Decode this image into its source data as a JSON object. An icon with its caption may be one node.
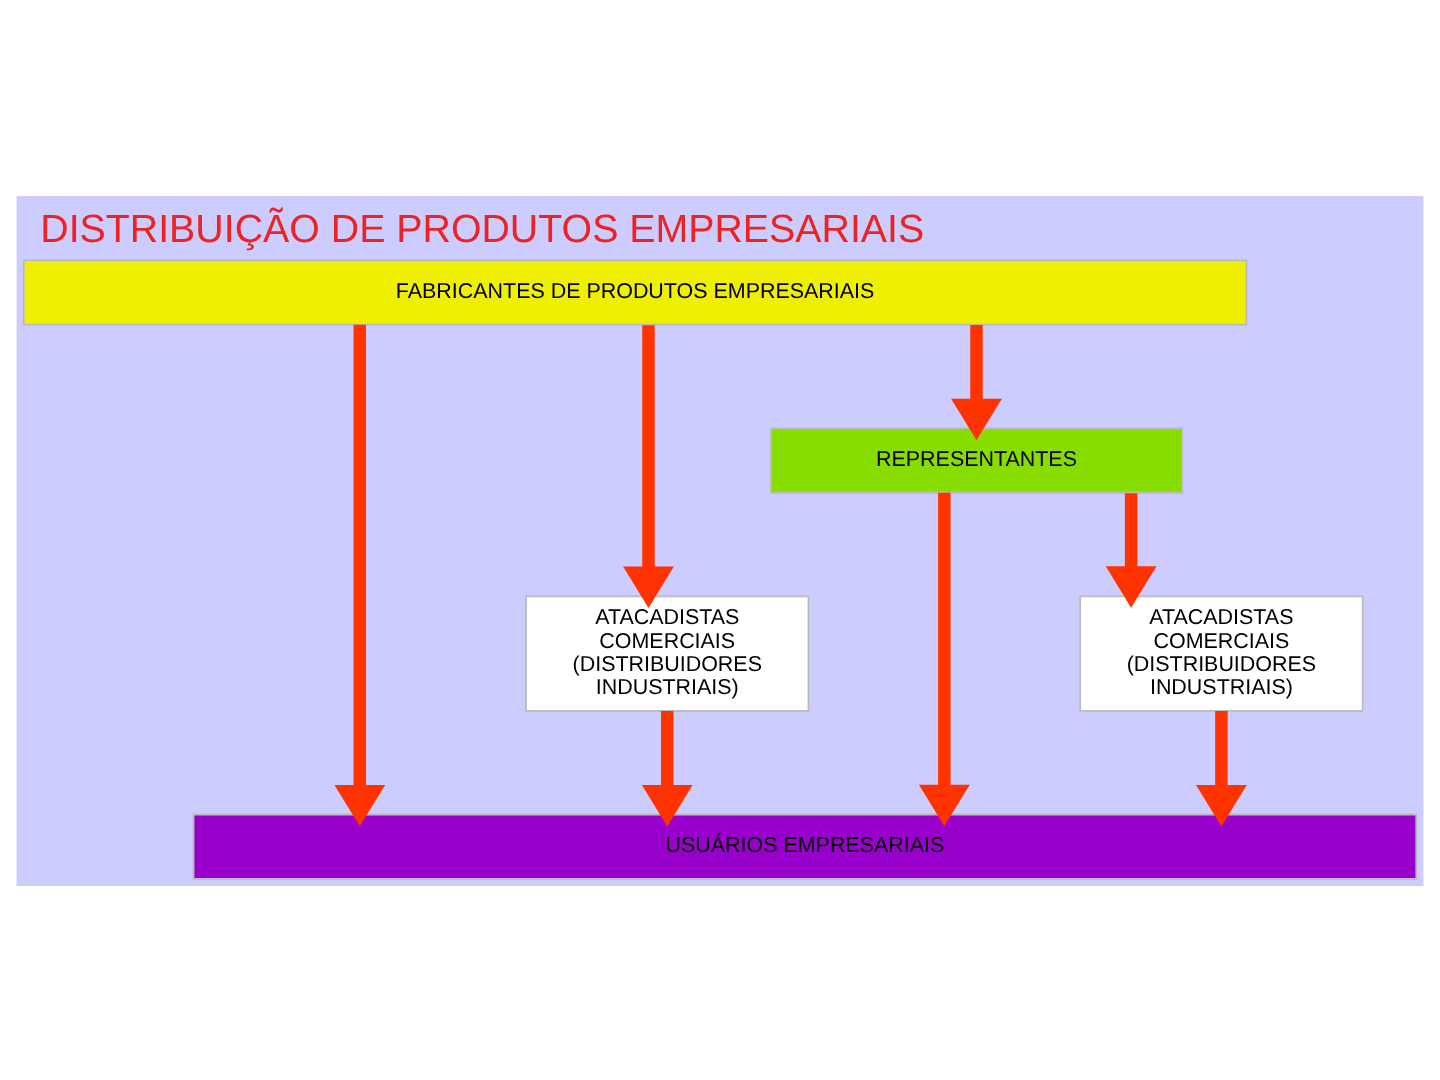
{
  "diagram": {
    "title": "DISTRIBUIÇÃO DE PRODUTOS EMPRESARIAIS",
    "nodes": [
      {
        "text": [
          "FABRICANTES DE PRODUTOS EMPRESARIAIS"
        ]
      },
      {
        "text": [
          "REPRESENTANTES"
        ]
      },
      {
        "text": [
          "ATACADISTAS COMERCIAIS (DISTRIBUIDORES INDUSTRIAIS)"
        ]
      },
      {
        "text": [
          "ATACADISTAS COMERCIAIS (DISTRIBUIDORES INDUSTRIAIS)"
        ]
      },
      {
        "text": [
          "USUÁRIOS EMPRESARIAIS"
        ]
      }
    ],
    "edges": [
      {
        "from": 0,
        "to": 4,
        "arrow": "to"
      },
      {
        "from": 0,
        "to": 2,
        "arrow": "to"
      },
      {
        "from": 0,
        "to": 1,
        "arrow": "to"
      },
      {
        "from": 1,
        "to": 4,
        "arrow": "to"
      },
      {
        "from": 1,
        "to": 3,
        "arrow": "to"
      },
      {
        "from": 2,
        "to": 4,
        "arrow": "to"
      },
      {
        "from": 3,
        "to": 4,
        "arrow": "to"
      }
    ]
  }
}
